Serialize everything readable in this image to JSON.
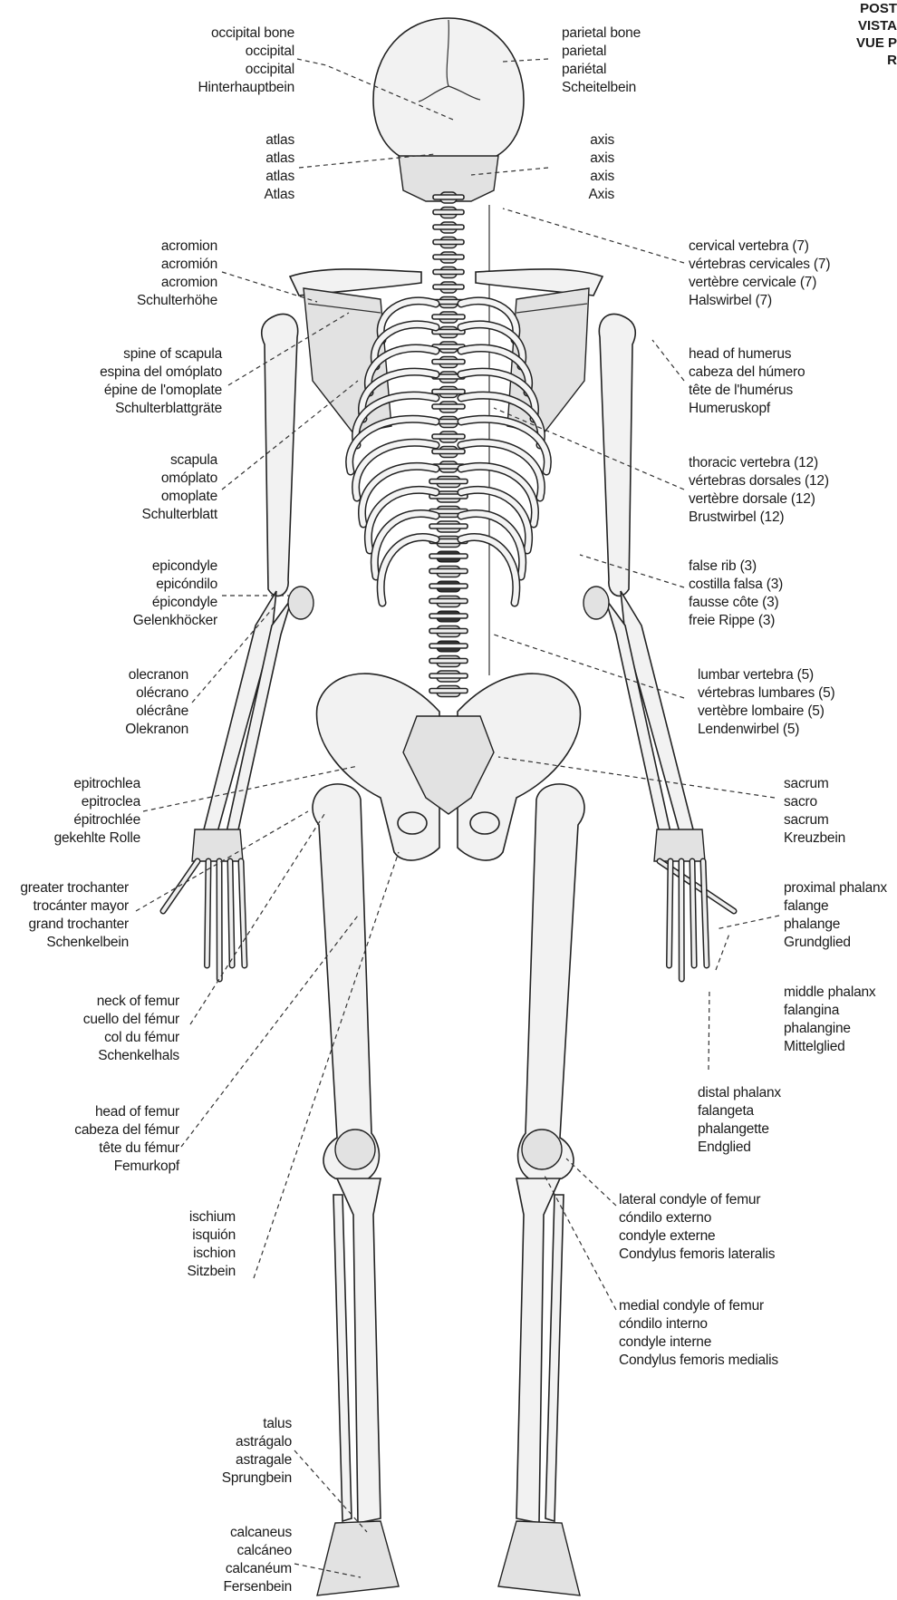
{
  "heading": [
    "POST",
    "VISTA",
    "VUE P",
    "R"
  ],
  "labels": [
    {
      "id": "occipital-bone",
      "lines": [
        "occipital bone",
        "occipital",
        "occipital",
        "Hinterhauptbein"
      ]
    },
    {
      "id": "parietal-bone",
      "lines": [
        "parietal bone",
        "parietal",
        "pariétal",
        "Scheitelbein"
      ]
    },
    {
      "id": "atlas",
      "lines": [
        "atlas",
        "atlas",
        "atlas",
        "Atlas"
      ]
    },
    {
      "id": "axis",
      "lines": [
        "axis",
        "axis",
        "axis",
        "Axis"
      ]
    },
    {
      "id": "acromion",
      "lines": [
        "acromion",
        "acromión",
        "acromion",
        "Schulterhöhe"
      ]
    },
    {
      "id": "cervical-vertebra",
      "lines": [
        "cervical vertebra (7)",
        "vértebras cervicales (7)",
        "vertèbre cervicale (7)",
        "Halswirbel (7)"
      ]
    },
    {
      "id": "spine-of-scapula",
      "lines": [
        "spine of scapula",
        "espina del omóplato",
        "épine de l'omoplate",
        "Schulterblattgräte"
      ]
    },
    {
      "id": "head-of-humerus",
      "lines": [
        "head of humerus",
        "cabeza del húmero",
        "tête de l'humérus",
        "Humeruskopf"
      ]
    },
    {
      "id": "scapula",
      "lines": [
        "scapula",
        "omóplato",
        "omoplate",
        "Schulterblatt"
      ]
    },
    {
      "id": "thoracic-vertebra",
      "lines": [
        "thoracic vertebra (12)",
        "vértebras dorsales (12)",
        "vertèbre dorsale (12)",
        "Brustwirbel (12)"
      ]
    },
    {
      "id": "epicondyle",
      "lines": [
        "epicondyle",
        "epicóndilo",
        "épicondyle",
        "Gelenkhöcker"
      ]
    },
    {
      "id": "false-rib",
      "lines": [
        "false rib (3)",
        "costilla falsa (3)",
        "fausse côte (3)",
        "freie Rippe (3)"
      ]
    },
    {
      "id": "olecranon",
      "lines": [
        "olecranon",
        "olécrano",
        "olécrâne",
        "Olekranon"
      ]
    },
    {
      "id": "lumbar-vertebra",
      "lines": [
        "lumbar vertebra (5)",
        "vértebras lumbares (5)",
        "vertèbre lombaire (5)",
        "Lendenwirbel (5)"
      ]
    },
    {
      "id": "epitrochlea",
      "lines": [
        "epitrochlea",
        "epitroclea",
        "épitrochlée",
        "gekehlte Rolle"
      ]
    },
    {
      "id": "sacrum",
      "lines": [
        "sacrum",
        "sacro",
        "sacrum",
        "Kreuzbein"
      ]
    },
    {
      "id": "greater-trochanter",
      "lines": [
        "greater trochanter",
        "trocánter mayor",
        "grand trochanter",
        "Schenkelbein"
      ]
    },
    {
      "id": "proximal-phalanx",
      "lines": [
        "proximal phalanx",
        "falange",
        "phalange",
        "Grundglied"
      ]
    },
    {
      "id": "neck-of-femur",
      "lines": [
        "neck of femur",
        "cuello del fémur",
        "col du fémur",
        "Schenkelhals"
      ]
    },
    {
      "id": "middle-phalanx",
      "lines": [
        "middle phalanx",
        "falangina",
        "phalangine",
        "Mittelglied"
      ]
    },
    {
      "id": "distal-phalanx",
      "lines": [
        "distal phalanx",
        "falangeta",
        "phalangette",
        "Endglied"
      ]
    },
    {
      "id": "head-of-femur",
      "lines": [
        "head of femur",
        "cabeza del fémur",
        "tête du fémur",
        "Femurkopf"
      ]
    },
    {
      "id": "lateral-condyle",
      "lines": [
        "lateral condyle of femur",
        "cóndilo externo",
        "condyle externe",
        "Condylus femoris lateralis"
      ]
    },
    {
      "id": "ischium",
      "lines": [
        "ischium",
        "isquión",
        "ischion",
        "Sitzbein"
      ]
    },
    {
      "id": "medial-condyle",
      "lines": [
        "medial condyle of femur",
        "cóndilo interno",
        "condyle interne",
        "Condylus femoris medialis"
      ]
    },
    {
      "id": "talus",
      "lines": [
        "talus",
        "astrágalo",
        "astragale",
        "Sprungbein"
      ]
    },
    {
      "id": "calcaneus",
      "lines": [
        "calcaneus",
        "calcáneo",
        "calcanéum",
        "Fersenbein"
      ]
    }
  ]
}
